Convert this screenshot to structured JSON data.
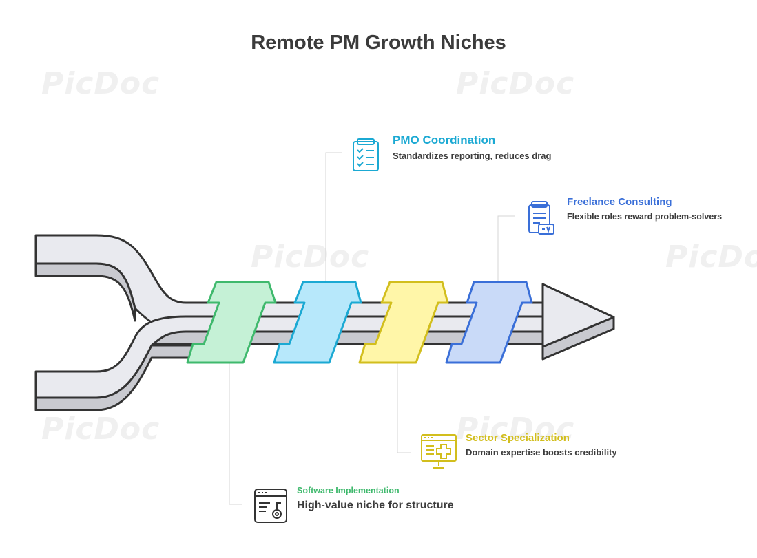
{
  "title": "Remote PM Growth Niches",
  "watermark": "PicDoc",
  "colors": {
    "green": "#3fb96d",
    "cyan": "#1ba9d3",
    "yellow": "#d2be1d",
    "blue": "#3a6fd8",
    "outline": "#333333",
    "arrow_fill": "#e9eaef"
  },
  "niches": [
    {
      "id": "software",
      "title": "Software Implementation",
      "description": "High-value niche for structure",
      "color": "#3fb96d",
      "icon": "software-install-icon"
    },
    {
      "id": "pmo",
      "title": "PMO Coordination",
      "description": "Standardizes reporting, reduces drag",
      "color": "#1ba9d3",
      "icon": "checklist-clipboard-icon"
    },
    {
      "id": "sector",
      "title": "Sector Specialization",
      "description": "Domain expertise boosts credibility",
      "color": "#d2be1d",
      "icon": "monitor-medical-icon"
    },
    {
      "id": "freelance",
      "title": "Freelance Consulting",
      "description": "Flexible roles reward problem-solvers",
      "color": "#3a6fd8",
      "icon": "cv-document-icon"
    }
  ]
}
